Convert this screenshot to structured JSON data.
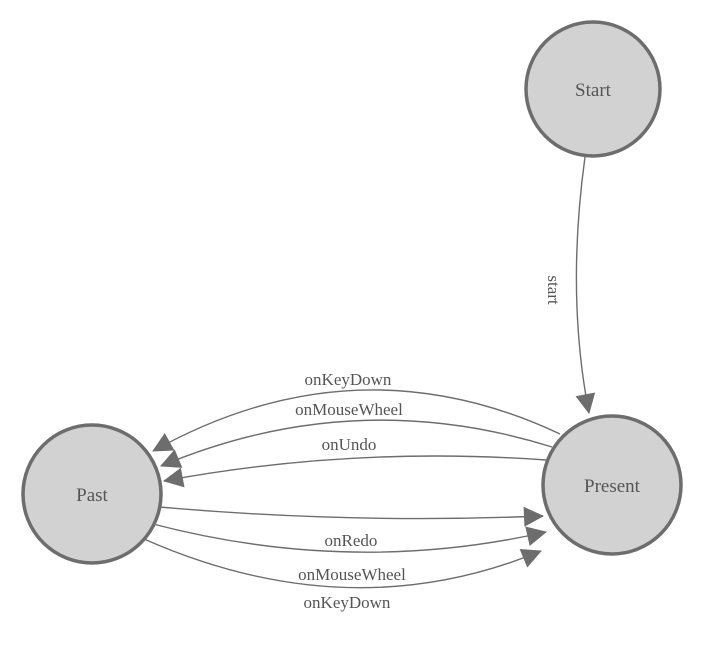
{
  "diagram": {
    "type": "state-machine",
    "background": "#ffffff",
    "colors": {
      "node_fill": "#d2d2d2",
      "node_stroke": "#6d6d6d",
      "edge_stroke": "#6d6d6d",
      "arrowhead_fill": "#6d6d6d",
      "label_text": "#555555"
    },
    "nodes": [
      {
        "id": "start",
        "label": "Start"
      },
      {
        "id": "present",
        "label": "Present"
      },
      {
        "id": "past",
        "label": "Past"
      }
    ],
    "edges": [
      {
        "from": "start",
        "to": "present",
        "label": "start"
      },
      {
        "from": "present",
        "to": "past",
        "label": "onKeyDown"
      },
      {
        "from": "present",
        "to": "past",
        "label": "onMouseWheel"
      },
      {
        "from": "present",
        "to": "past",
        "label": "onUndo"
      },
      {
        "from": "past",
        "to": "present",
        "label": "onRedo"
      },
      {
        "from": "past",
        "to": "present",
        "label": "onMouseWheel"
      },
      {
        "from": "past",
        "to": "present",
        "label": "onKeyDown"
      }
    ]
  }
}
